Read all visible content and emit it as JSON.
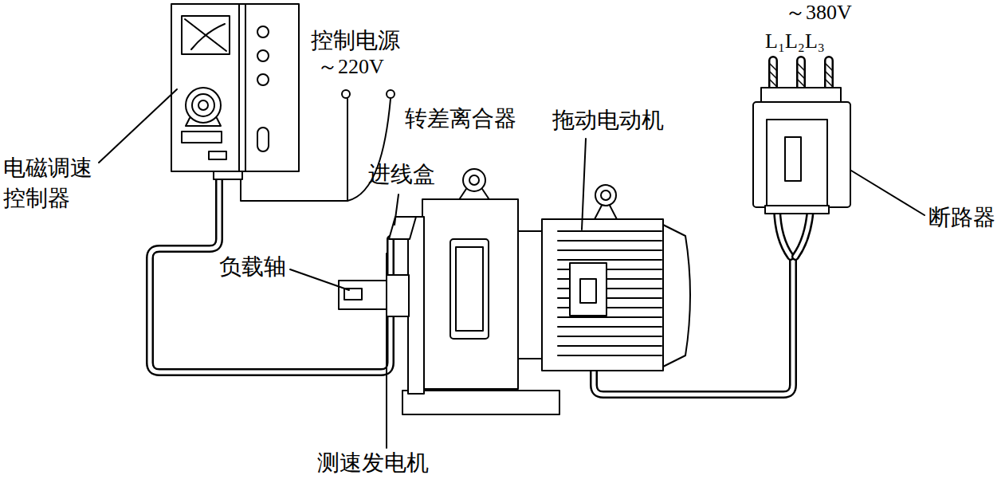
{
  "diagram": {
    "labels": [
      "～380V",
      "L₁L₂L₃",
      "控制电源",
      "～220V",
      "转差离合器",
      "拖动电动机",
      "电磁调速控制器",
      "进线盒",
      "负载轴",
      "断路器",
      "测速发电机"
    ]
  }
}
